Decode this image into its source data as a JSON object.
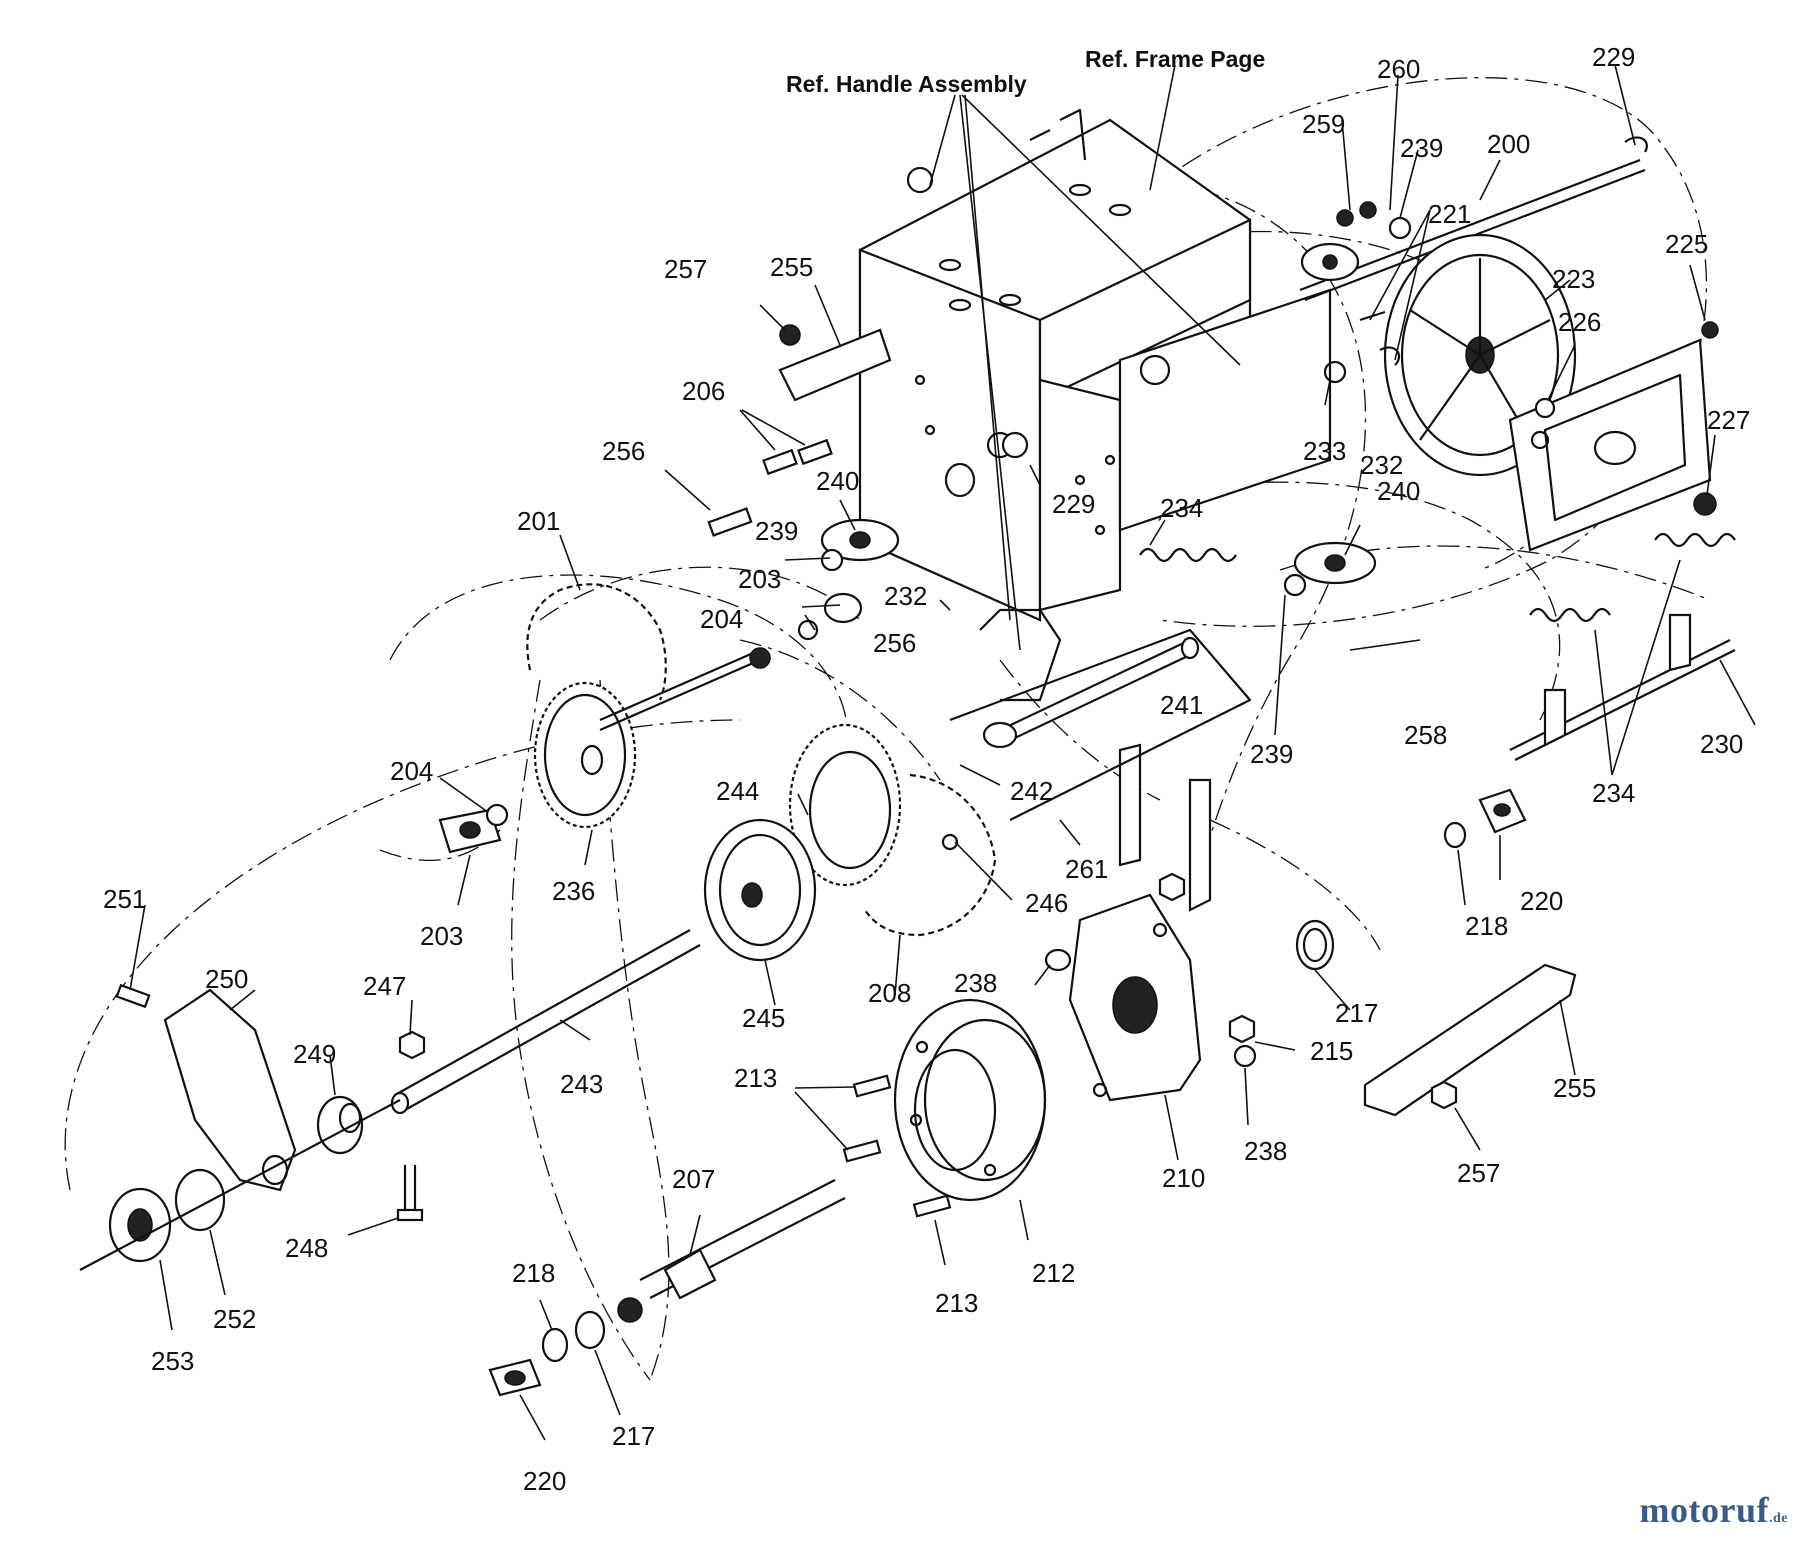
{
  "diagram": {
    "reference_labels": {
      "handle_assembly": "Ref. Handle Assembly",
      "frame_page": "Ref. Frame Page"
    },
    "part_labels": [
      {
        "id": "l229a",
        "text": "229"
      },
      {
        "id": "l260",
        "text": "260"
      },
      {
        "id": "l259",
        "text": "259"
      },
      {
        "id": "l239a",
        "text": "239"
      },
      {
        "id": "l200",
        "text": "200"
      },
      {
        "id": "l221",
        "text": "221"
      },
      {
        "id": "l223",
        "text": "223"
      },
      {
        "id": "l225",
        "text": "225"
      },
      {
        "id": "l226",
        "text": "226"
      },
      {
        "id": "l227",
        "text": "227"
      },
      {
        "id": "l257a",
        "text": "257"
      },
      {
        "id": "l255a",
        "text": "255"
      },
      {
        "id": "l206",
        "text": "206"
      },
      {
        "id": "l256a",
        "text": "256"
      },
      {
        "id": "l240a",
        "text": "240"
      },
      {
        "id": "l229b",
        "text": "229"
      },
      {
        "id": "l233",
        "text": "233"
      },
      {
        "id": "l232a",
        "text": "232"
      },
      {
        "id": "l234a",
        "text": "234"
      },
      {
        "id": "l240b",
        "text": "240"
      },
      {
        "id": "l201",
        "text": "201"
      },
      {
        "id": "l239b",
        "text": "239"
      },
      {
        "id": "l203a",
        "text": "203"
      },
      {
        "id": "l232b",
        "text": "232"
      },
      {
        "id": "l204a",
        "text": "204"
      },
      {
        "id": "l256b",
        "text": "256"
      },
      {
        "id": "l241",
        "text": "241"
      },
      {
        "id": "l258",
        "text": "258"
      },
      {
        "id": "l239c",
        "text": "239"
      },
      {
        "id": "l230",
        "text": "230"
      },
      {
        "id": "l234b",
        "text": "234"
      },
      {
        "id": "l204b",
        "text": "204"
      },
      {
        "id": "l244",
        "text": "244"
      },
      {
        "id": "l242",
        "text": "242"
      },
      {
        "id": "l261",
        "text": "261"
      },
      {
        "id": "l236",
        "text": "236"
      },
      {
        "id": "l203b",
        "text": "203"
      },
      {
        "id": "l246",
        "text": "246"
      },
      {
        "id": "l220a",
        "text": "220"
      },
      {
        "id": "l218a",
        "text": "218"
      },
      {
        "id": "l251",
        "text": "251"
      },
      {
        "id": "l250",
        "text": "250"
      },
      {
        "id": "l247",
        "text": "247"
      },
      {
        "id": "l245",
        "text": "245"
      },
      {
        "id": "l208",
        "text": "208"
      },
      {
        "id": "l238a",
        "text": "238"
      },
      {
        "id": "l217a",
        "text": "217"
      },
      {
        "id": "l215",
        "text": "215"
      },
      {
        "id": "l255b",
        "text": "255"
      },
      {
        "id": "l249",
        "text": "249"
      },
      {
        "id": "l243",
        "text": "243"
      },
      {
        "id": "l213a",
        "text": "213"
      },
      {
        "id": "l210",
        "text": "210"
      },
      {
        "id": "l238b",
        "text": "238"
      },
      {
        "id": "l257b",
        "text": "257"
      },
      {
        "id": "l207",
        "text": "207"
      },
      {
        "id": "l248",
        "text": "248"
      },
      {
        "id": "l212",
        "text": "212"
      },
      {
        "id": "l213b",
        "text": "213"
      },
      {
        "id": "l218b",
        "text": "218"
      },
      {
        "id": "l252",
        "text": "252"
      },
      {
        "id": "l253",
        "text": "253"
      },
      {
        "id": "l217b",
        "text": "217"
      },
      {
        "id": "l220b",
        "text": "220"
      }
    ]
  },
  "watermark": {
    "brand": "motoruf",
    "suffix": ".de"
  }
}
